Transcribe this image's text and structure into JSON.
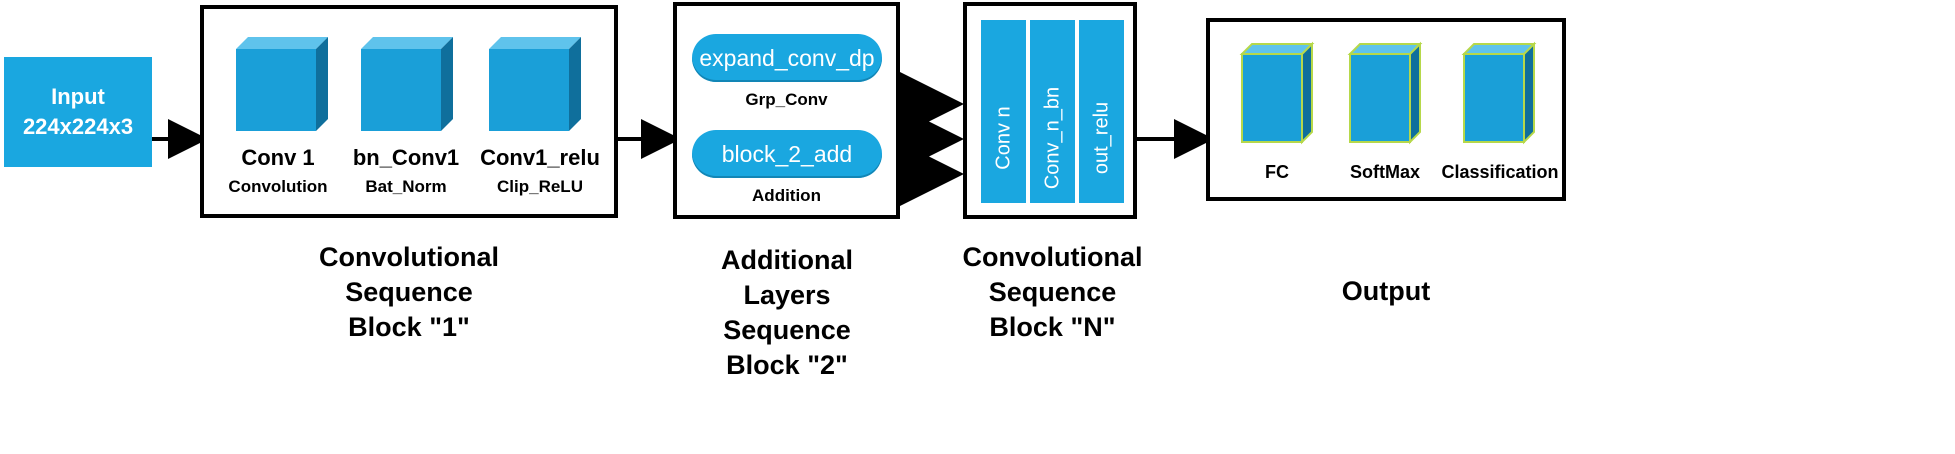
{
  "input": {
    "line1": "Input",
    "line2": "224x224x3"
  },
  "block1": {
    "layers": [
      {
        "name": "Conv 1",
        "type": "Convolution"
      },
      {
        "name": "bn_Conv1",
        "type": "Bat_Norm"
      },
      {
        "name": "Conv1_relu",
        "type": "Clip_ReLU"
      }
    ],
    "caption": [
      "Convolutional",
      "Sequence",
      "Block \"1\""
    ]
  },
  "block2": {
    "pills": [
      {
        "label": "expand_conv_dp",
        "sub": "Grp_Conv"
      },
      {
        "label": "block_2_add",
        "sub": "Addition"
      }
    ],
    "caption": [
      "Additional",
      "Layers",
      "Sequence",
      "Block \"2\""
    ]
  },
  "blockN": {
    "bars": [
      "Conv n",
      "Conv_n_bn",
      "out_relu"
    ],
    "caption": [
      "Convolutional",
      "Sequence",
      "Block \"N\""
    ]
  },
  "output": {
    "layers": [
      "FC",
      "SoftMax",
      "Classification"
    ],
    "caption": "Output"
  },
  "colors": {
    "accent": "#1aa7e0",
    "cube_front": "#1a9fd8",
    "cube_top": "#5fc3ec",
    "cube_side": "#0f6f9c",
    "cube_outline": "#b6d84a"
  }
}
